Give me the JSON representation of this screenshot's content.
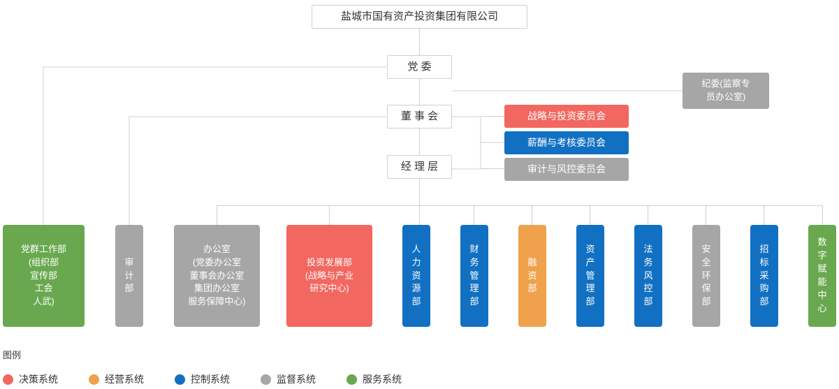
{
  "diagram": {
    "title_node": {
      "label": "盐城市国有资产投资集团有限公司"
    },
    "hierarchy": [
      {
        "label": "党  委"
      },
      {
        "label": "董 事 会"
      },
      {
        "label": "经 理 层"
      }
    ],
    "supervision_node": {
      "label": "纪委(监察专\n员办公室)"
    },
    "committees": [
      {
        "label": "战略与投资委员会",
        "color": "#f2675f"
      },
      {
        "label": "薪酬与考核委员会",
        "color": "#1170c2"
      },
      {
        "label": "审计与风控委员会",
        "color": "#a6a6a6"
      }
    ],
    "departments": [
      {
        "label": "党群工作部\n(组织部\n宣传部\n工会\n人武)",
        "color": "#6aa84f",
        "vertical": false
      },
      {
        "label": "审\n计\n部",
        "color": "#a6a6a6",
        "vertical": false
      },
      {
        "label": "办公室\n(党委办公室\n董事会办公室\n集团办公室\n服务保障中心)",
        "color": "#a6a6a6",
        "vertical": false
      },
      {
        "label": "投资发展部\n(战略与产业\n研究中心)",
        "color": "#f2675f",
        "vertical": false
      },
      {
        "label": "人\n力\n资\n源\n部",
        "color": "#1170c2",
        "vertical": false
      },
      {
        "label": "财\n务\n管\n理\n部",
        "color": "#1170c2",
        "vertical": false
      },
      {
        "label": "融\n资\n部",
        "color": "#efa14b",
        "vertical": false
      },
      {
        "label": "资\n产\n管\n理\n部",
        "color": "#1170c2",
        "vertical": false
      },
      {
        "label": "法\n务\n风\n控\n部",
        "color": "#1170c2",
        "vertical": false
      },
      {
        "label": "安\n全\n环\n保\n部",
        "color": "#a6a6a6",
        "vertical": false
      },
      {
        "label": "招\n标\n采\n购\n部",
        "color": "#1170c2",
        "vertical": false
      },
      {
        "label": "数\n字\n赋\n能\n中\n心",
        "color": "#6aa84f",
        "vertical": false
      }
    ]
  },
  "legend": {
    "title": "图例",
    "items": [
      {
        "label": "决策系统",
        "color": "#f2675f"
      },
      {
        "label": "经营系统",
        "color": "#efa14b"
      },
      {
        "label": "控制系统",
        "color": "#1170c2"
      },
      {
        "label": "监督系统",
        "color": "#a6a6a6"
      },
      {
        "label": "服务系统",
        "color": "#6aa84f"
      }
    ]
  }
}
